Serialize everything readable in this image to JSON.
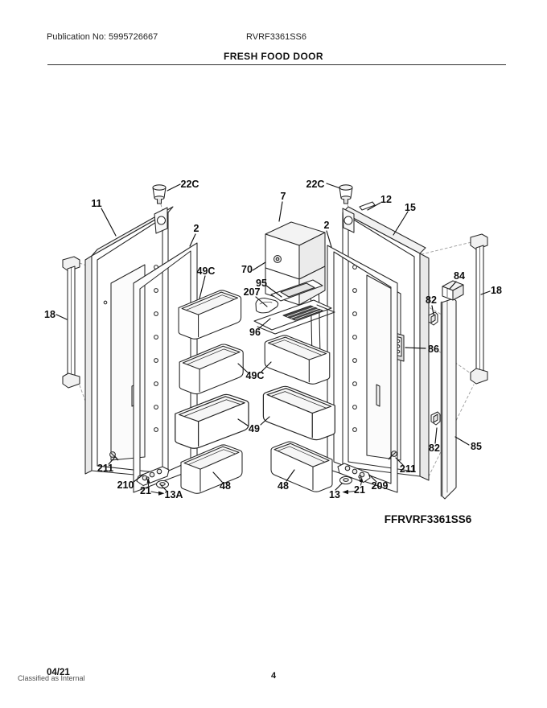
{
  "header": {
    "publication": "Publication No: 5995726667",
    "model": "RVRF3361SS6",
    "title": "FRESH FOOD DOOR"
  },
  "diagram": {
    "model_code": "FFRVRF3361SS6",
    "labels": [
      {
        "text": "22C"
      },
      {
        "text": "11"
      },
      {
        "text": "2"
      },
      {
        "text": "7"
      },
      {
        "text": "22C"
      },
      {
        "text": "12"
      },
      {
        "text": "15"
      },
      {
        "text": "2"
      },
      {
        "text": "49C"
      },
      {
        "text": "70"
      },
      {
        "text": "95"
      },
      {
        "text": "207"
      },
      {
        "text": "84"
      },
      {
        "text": "82"
      },
      {
        "text": "18"
      },
      {
        "text": "18"
      },
      {
        "text": "96"
      },
      {
        "text": "86"
      },
      {
        "text": "49C"
      },
      {
        "text": "49"
      },
      {
        "text": "82"
      },
      {
        "text": "85"
      },
      {
        "text": "211"
      },
      {
        "text": "210"
      },
      {
        "text": "21"
      },
      {
        "text": "13A"
      },
      {
        "text": "48"
      },
      {
        "text": "48"
      },
      {
        "text": "13"
      },
      {
        "text": "21"
      },
      {
        "text": "209"
      },
      {
        "text": "211"
      }
    ]
  },
  "footer": {
    "date": "04/21",
    "page_number": "4",
    "watermark": "Classified as Internal"
  }
}
